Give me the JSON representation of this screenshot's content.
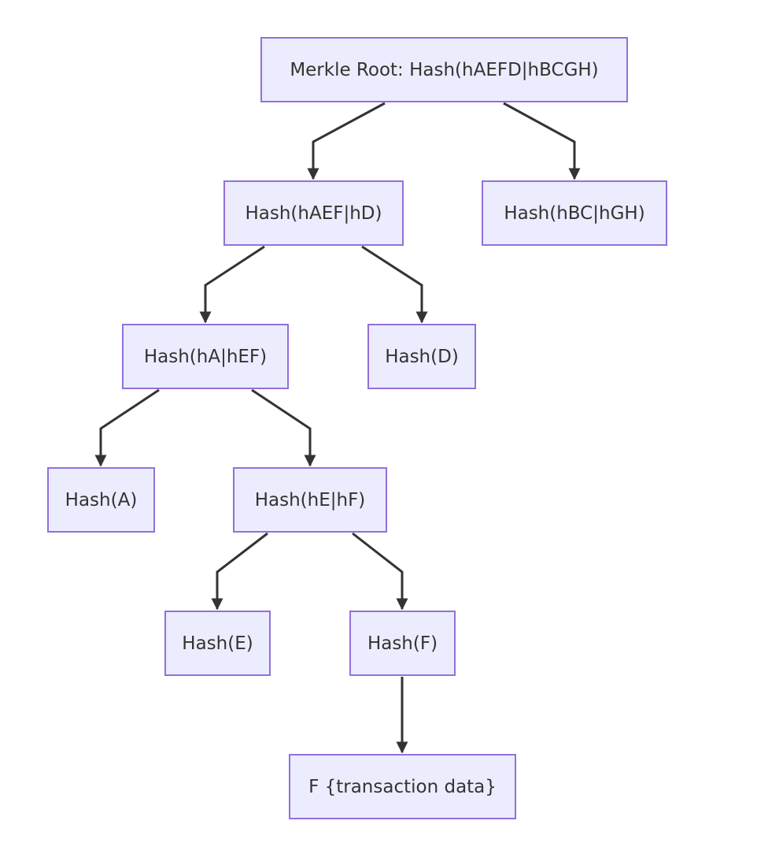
{
  "diagram": {
    "nodes": {
      "root": "Merkle Root: Hash(hAEFD|hBCGH)",
      "hash_aef_d": "Hash(hAEF|hD)",
      "hash_bc_gh": "Hash(hBC|hGH)",
      "hash_a_ef": "Hash(hA|hEF)",
      "hash_d": "Hash(D)",
      "hash_a": "Hash(A)",
      "hash_e_f": "Hash(hE|hF)",
      "hash_e": "Hash(E)",
      "hash_f": "Hash(F)",
      "tx_f": "F {transaction data}"
    },
    "edges": [
      [
        "root",
        "hash_aef_d"
      ],
      [
        "root",
        "hash_bc_gh"
      ],
      [
        "hash_aef_d",
        "hash_a_ef"
      ],
      [
        "hash_aef_d",
        "hash_d"
      ],
      [
        "hash_a_ef",
        "hash_a"
      ],
      [
        "hash_a_ef",
        "hash_e_f"
      ],
      [
        "hash_e_f",
        "hash_e"
      ],
      [
        "hash_e_f",
        "hash_f"
      ],
      [
        "hash_f",
        "tx_f"
      ]
    ],
    "colors": {
      "node_fill": "#ececff",
      "node_border": "#9370db",
      "edge": "#333333",
      "text": "#333333"
    }
  }
}
